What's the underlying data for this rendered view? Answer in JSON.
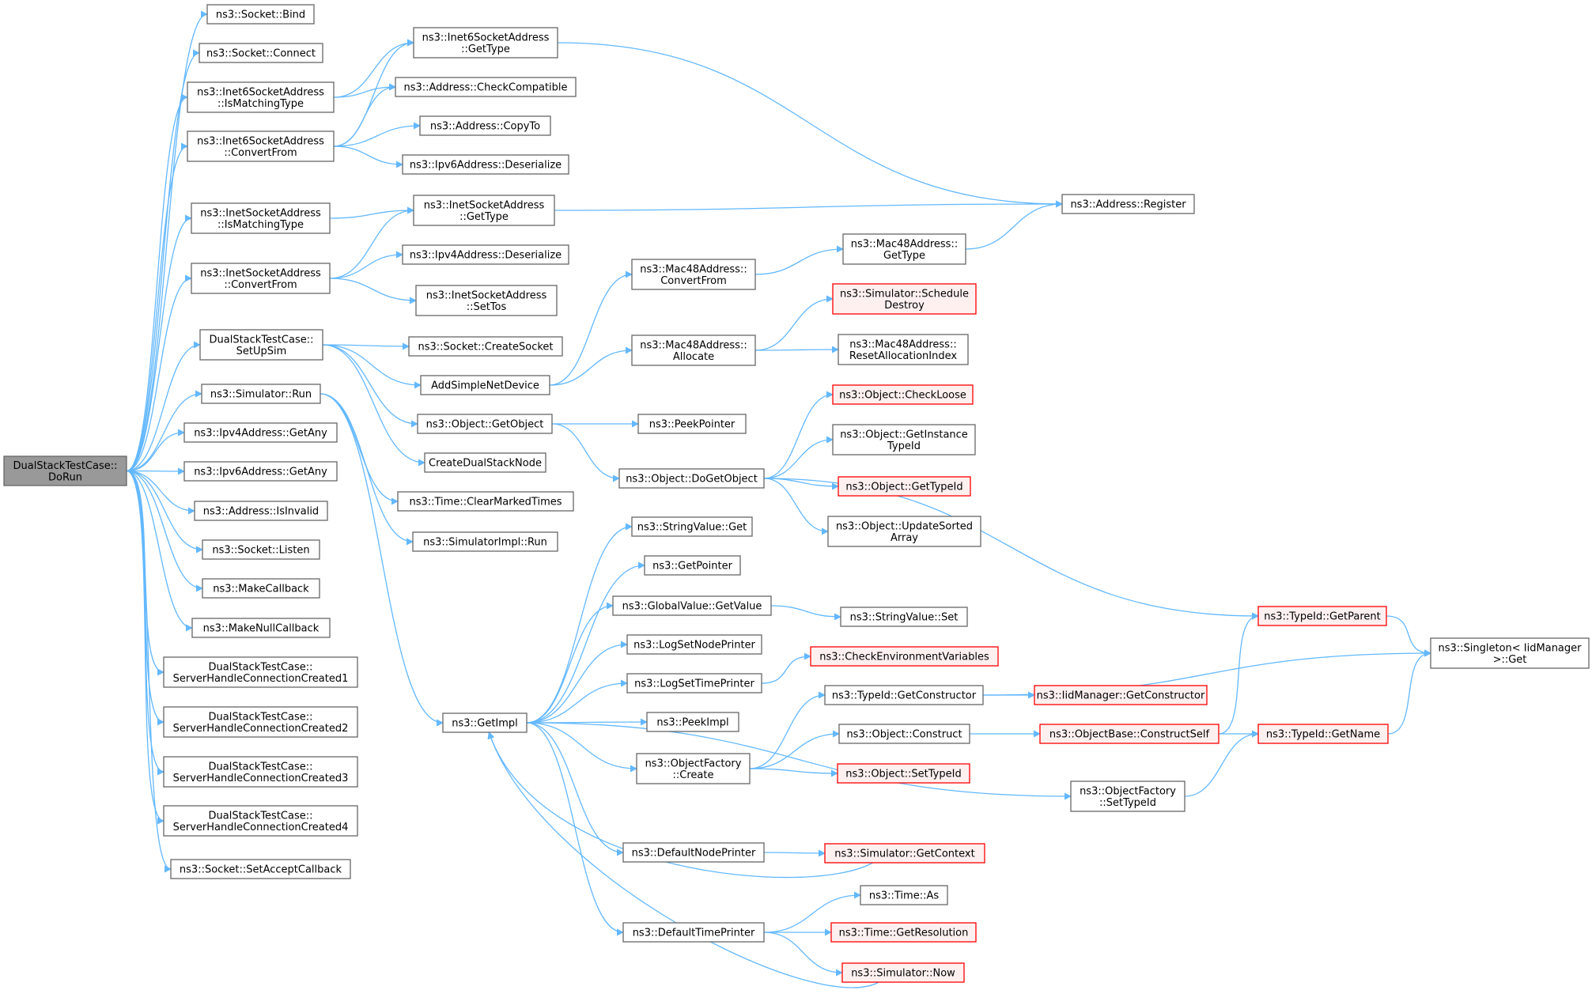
{
  "colors": {
    "edge": "#63b8ff",
    "node_border": "#666666",
    "node_fill": "#ffffff",
    "root_fill": "#999999",
    "truncated_border": "#ff0000",
    "truncated_fill": "#fff0f0"
  },
  "nodes": [
    {
      "id": "doRun",
      "lines": [
        "DualStackTestCase::",
        "DoRun"
      ],
      "kind": "root"
    },
    {
      "id": "socketBind",
      "lines": [
        "ns3::Socket::Bind"
      ]
    },
    {
      "id": "socketConnect",
      "lines": [
        "ns3::Socket::Connect"
      ]
    },
    {
      "id": "inet6IsMatching",
      "lines": [
        "ns3::Inet6SocketAddress",
        "::IsMatchingType"
      ]
    },
    {
      "id": "inet6ConvertFrom",
      "lines": [
        "ns3::Inet6SocketAddress",
        "::ConvertFrom"
      ]
    },
    {
      "id": "inetIsMatching",
      "lines": [
        "ns3::InetSocketAddress",
        "::IsMatchingType"
      ]
    },
    {
      "id": "inetConvertFrom",
      "lines": [
        "ns3::InetSocketAddress",
        "::ConvertFrom"
      ]
    },
    {
      "id": "setUpSim",
      "lines": [
        "DualStackTestCase::",
        "SetUpSim"
      ]
    },
    {
      "id": "simRun",
      "lines": [
        "ns3::Simulator::Run"
      ]
    },
    {
      "id": "ipv4GetAny",
      "lines": [
        "ns3::Ipv4Address::GetAny"
      ]
    },
    {
      "id": "ipv6GetAny",
      "lines": [
        "ns3::Ipv6Address::GetAny"
      ]
    },
    {
      "id": "addrIsInvalid",
      "lines": [
        "ns3::Address::IsInvalid"
      ]
    },
    {
      "id": "socketListen",
      "lines": [
        "ns3::Socket::Listen"
      ]
    },
    {
      "id": "makeCallback",
      "lines": [
        "ns3::MakeCallback"
      ]
    },
    {
      "id": "makeNullCallback",
      "lines": [
        "ns3::MakeNullCallback"
      ]
    },
    {
      "id": "shcc1",
      "lines": [
        "DualStackTestCase::",
        "ServerHandleConnectionCreated1"
      ]
    },
    {
      "id": "shcc2",
      "lines": [
        "DualStackTestCase::",
        "ServerHandleConnectionCreated2"
      ]
    },
    {
      "id": "shcc3",
      "lines": [
        "DualStackTestCase::",
        "ServerHandleConnectionCreated3"
      ]
    },
    {
      "id": "shcc4",
      "lines": [
        "DualStackTestCase::",
        "ServerHandleConnectionCreated4"
      ]
    },
    {
      "id": "setAcceptCb",
      "lines": [
        "ns3::Socket::SetAcceptCallback"
      ]
    },
    {
      "id": "inet6GetType",
      "lines": [
        "ns3::Inet6SocketAddress",
        "::GetType"
      ]
    },
    {
      "id": "addrCheckCompat",
      "lines": [
        "ns3::Address::CheckCompatible"
      ]
    },
    {
      "id": "addrCopyTo",
      "lines": [
        "ns3::Address::CopyTo"
      ]
    },
    {
      "id": "ipv6Deserialize",
      "lines": [
        "ns3::Ipv6Address::Deserialize"
      ]
    },
    {
      "id": "inetGetType",
      "lines": [
        "ns3::InetSocketAddress",
        "::GetType"
      ]
    },
    {
      "id": "ipv4Deserialize",
      "lines": [
        "ns3::Ipv4Address::Deserialize"
      ]
    },
    {
      "id": "inetSetTos",
      "lines": [
        "ns3::InetSocketAddress",
        "::SetTos"
      ]
    },
    {
      "id": "createSocket",
      "lines": [
        "ns3::Socket::CreateSocket"
      ]
    },
    {
      "id": "addSimpleNetDevice",
      "lines": [
        "AddSimpleNetDevice"
      ]
    },
    {
      "id": "getObject",
      "lines": [
        "ns3::Object::GetObject"
      ]
    },
    {
      "id": "createDualStackNode",
      "lines": [
        "CreateDualStackNode"
      ]
    },
    {
      "id": "clearMarkedTimes",
      "lines": [
        "ns3::Time::ClearMarkedTimes"
      ]
    },
    {
      "id": "simImplRun",
      "lines": [
        "ns3::SimulatorImpl::Run"
      ]
    },
    {
      "id": "getImpl",
      "lines": [
        "ns3::GetImpl"
      ]
    },
    {
      "id": "addrRegister",
      "lines": [
        "ns3::Address::Register"
      ]
    },
    {
      "id": "mac48ConvertFrom",
      "lines": [
        "ns3::Mac48Address::",
        "ConvertFrom"
      ]
    },
    {
      "id": "mac48Allocate",
      "lines": [
        "ns3::Mac48Address::",
        "Allocate"
      ]
    },
    {
      "id": "mac48GetType",
      "lines": [
        "ns3::Mac48Address::",
        "GetType"
      ]
    },
    {
      "id": "simScheduleDestroy",
      "lines": [
        "ns3::Simulator::Schedule",
        "Destroy"
      ],
      "kind": "truncated"
    },
    {
      "id": "mac48ResetAlloc",
      "lines": [
        "ns3::Mac48Address::",
        "ResetAllocationIndex"
      ]
    },
    {
      "id": "peekPointer",
      "lines": [
        "ns3::PeekPointer"
      ]
    },
    {
      "id": "doGetObject",
      "lines": [
        "ns3::Object::DoGetObject"
      ]
    },
    {
      "id": "checkLoose",
      "lines": [
        "ns3::Object::CheckLoose"
      ],
      "kind": "truncated"
    },
    {
      "id": "getInstanceTypeId",
      "lines": [
        "ns3::Object::GetInstance",
        "TypeId"
      ]
    },
    {
      "id": "objGetTypeId",
      "lines": [
        "ns3::Object::GetTypeId"
      ],
      "kind": "truncated"
    },
    {
      "id": "updateSortedArray",
      "lines": [
        "ns3::Object::UpdateSorted",
        "Array"
      ]
    },
    {
      "id": "stringValueGet",
      "lines": [
        "ns3::StringValue::Get"
      ]
    },
    {
      "id": "getPointer",
      "lines": [
        "ns3::GetPointer"
      ]
    },
    {
      "id": "globalValueGetValue",
      "lines": [
        "ns3::GlobalValue::GetValue"
      ]
    },
    {
      "id": "stringValueSet",
      "lines": [
        "ns3::StringValue::Set"
      ]
    },
    {
      "id": "logSetNodePrinter",
      "lines": [
        "ns3::LogSetNodePrinter"
      ]
    },
    {
      "id": "logSetTimePrinter",
      "lines": [
        "ns3::LogSetTimePrinter"
      ]
    },
    {
      "id": "checkEnvVars",
      "lines": [
        "ns3::CheckEnvironmentVariables"
      ],
      "kind": "truncated"
    },
    {
      "id": "peekImpl",
      "lines": [
        "ns3::PeekImpl"
      ]
    },
    {
      "id": "objFactoryCreate",
      "lines": [
        "ns3::ObjectFactory",
        "::Create"
      ]
    },
    {
      "id": "typeIdGetConstructor",
      "lines": [
        "ns3::TypeId::GetConstructor"
      ]
    },
    {
      "id": "iidGetConstructor",
      "lines": [
        "ns3::IidManager::GetConstructor"
      ],
      "kind": "truncated"
    },
    {
      "id": "objConstruct",
      "lines": [
        "ns3::Object::Construct"
      ]
    },
    {
      "id": "constructSelf",
      "lines": [
        "ns3::ObjectBase::ConstructSelf"
      ],
      "kind": "truncated"
    },
    {
      "id": "objSetTypeId",
      "lines": [
        "ns3::Object::SetTypeId"
      ],
      "kind": "truncated"
    },
    {
      "id": "objFactorySetTypeId",
      "lines": [
        "ns3::ObjectFactory",
        "::SetTypeId"
      ]
    },
    {
      "id": "typeIdGetParent",
      "lines": [
        "ns3::TypeId::GetParent"
      ],
      "kind": "truncated"
    },
    {
      "id": "typeIdGetName",
      "lines": [
        "ns3::TypeId::GetName"
      ],
      "kind": "truncated"
    },
    {
      "id": "singletonGet",
      "lines": [
        "ns3::Singleton< IidManager",
        ">::Get"
      ]
    },
    {
      "id": "defaultNodePrinter",
      "lines": [
        "ns3::DefaultNodePrinter"
      ]
    },
    {
      "id": "simGetContext",
      "lines": [
        "ns3::Simulator::GetContext"
      ],
      "kind": "truncated"
    },
    {
      "id": "defaultTimePrinter",
      "lines": [
        "ns3::DefaultTimePrinter"
      ]
    },
    {
      "id": "timeAs",
      "lines": [
        "ns3::Time::As"
      ]
    },
    {
      "id": "timeGetResolution",
      "lines": [
        "ns3::Time::GetResolution"
      ],
      "kind": "truncated"
    },
    {
      "id": "simNow",
      "lines": [
        "ns3::Simulator::Now"
      ],
      "kind": "truncated"
    }
  ],
  "edges": [
    [
      "doRun",
      "socketBind"
    ],
    [
      "doRun",
      "socketConnect"
    ],
    [
      "doRun",
      "inet6IsMatching"
    ],
    [
      "doRun",
      "inet6ConvertFrom"
    ],
    [
      "doRun",
      "inetIsMatching"
    ],
    [
      "doRun",
      "inetConvertFrom"
    ],
    [
      "doRun",
      "setUpSim"
    ],
    [
      "doRun",
      "simRun"
    ],
    [
      "doRun",
      "ipv4GetAny"
    ],
    [
      "doRun",
      "ipv6GetAny"
    ],
    [
      "doRun",
      "addrIsInvalid"
    ],
    [
      "doRun",
      "socketListen"
    ],
    [
      "doRun",
      "makeCallback"
    ],
    [
      "doRun",
      "makeNullCallback"
    ],
    [
      "doRun",
      "shcc1"
    ],
    [
      "doRun",
      "shcc2"
    ],
    [
      "doRun",
      "shcc3"
    ],
    [
      "doRun",
      "shcc4"
    ],
    [
      "doRun",
      "setAcceptCb"
    ],
    [
      "inet6IsMatching",
      "inet6GetType"
    ],
    [
      "inet6IsMatching",
      "addrCheckCompat"
    ],
    [
      "inet6ConvertFrom",
      "inet6GetType"
    ],
    [
      "inet6ConvertFrom",
      "addrCheckCompat"
    ],
    [
      "inet6ConvertFrom",
      "addrCopyTo"
    ],
    [
      "inet6ConvertFrom",
      "ipv6Deserialize"
    ],
    [
      "inetIsMatching",
      "inetGetType"
    ],
    [
      "inetConvertFrom",
      "inetGetType"
    ],
    [
      "inetConvertFrom",
      "ipv4Deserialize"
    ],
    [
      "inetConvertFrom",
      "inetSetTos"
    ],
    [
      "setUpSim",
      "createSocket"
    ],
    [
      "setUpSim",
      "addSimpleNetDevice"
    ],
    [
      "setUpSim",
      "getObject"
    ],
    [
      "setUpSim",
      "createDualStackNode"
    ],
    [
      "simRun",
      "clearMarkedTimes"
    ],
    [
      "simRun",
      "simImplRun"
    ],
    [
      "simRun",
      "getImpl"
    ],
    [
      "inet6GetType",
      "addrRegister"
    ],
    [
      "inetGetType",
      "addrRegister"
    ],
    [
      "addSimpleNetDevice",
      "mac48ConvertFrom"
    ],
    [
      "addSimpleNetDevice",
      "mac48Allocate"
    ],
    [
      "mac48ConvertFrom",
      "mac48GetType"
    ],
    [
      "mac48GetType",
      "addrRegister"
    ],
    [
      "mac48Allocate",
      "simScheduleDestroy"
    ],
    [
      "mac48Allocate",
      "mac48ResetAlloc"
    ],
    [
      "getObject",
      "peekPointer"
    ],
    [
      "getObject",
      "doGetObject"
    ],
    [
      "doGetObject",
      "checkLoose"
    ],
    [
      "doGetObject",
      "getInstanceTypeId"
    ],
    [
      "doGetObject",
      "objGetTypeId"
    ],
    [
      "doGetObject",
      "updateSortedArray"
    ],
    [
      "doGetObject",
      "typeIdGetParent"
    ],
    [
      "getImpl",
      "stringValueGet"
    ],
    [
      "getImpl",
      "getPointer"
    ],
    [
      "getImpl",
      "globalValueGetValue"
    ],
    [
      "getImpl",
      "logSetNodePrinter"
    ],
    [
      "getImpl",
      "logSetTimePrinter"
    ],
    [
      "getImpl",
      "peekImpl"
    ],
    [
      "getImpl",
      "objFactoryCreate"
    ],
    [
      "getImpl",
      "objFactorySetTypeId"
    ],
    [
      "getImpl",
      "defaultNodePrinter"
    ],
    [
      "getImpl",
      "defaultTimePrinter"
    ],
    [
      "globalValueGetValue",
      "stringValueSet"
    ],
    [
      "logSetTimePrinter",
      "checkEnvVars"
    ],
    [
      "objFactoryCreate",
      "typeIdGetConstructor"
    ],
    [
      "objFactoryCreate",
      "objConstruct"
    ],
    [
      "objFactoryCreate",
      "objSetTypeId"
    ],
    [
      "typeIdGetConstructor",
      "iidGetConstructor"
    ],
    [
      "typeIdGetConstructor",
      "singletonGet"
    ],
    [
      "objConstruct",
      "constructSelf"
    ],
    [
      "constructSelf",
      "typeIdGetParent"
    ],
    [
      "constructSelf",
      "typeIdGetName"
    ],
    [
      "objFactorySetTypeId",
      "typeIdGetName"
    ],
    [
      "typeIdGetParent",
      "singletonGet"
    ],
    [
      "typeIdGetName",
      "singletonGet"
    ],
    [
      "defaultNodePrinter",
      "simGetContext"
    ],
    [
      "simGetContext",
      "getImpl"
    ],
    [
      "defaultTimePrinter",
      "timeAs"
    ],
    [
      "defaultTimePrinter",
      "timeGetResolution"
    ],
    [
      "defaultTimePrinter",
      "simNow"
    ],
    [
      "simNow",
      "getImpl"
    ]
  ]
}
